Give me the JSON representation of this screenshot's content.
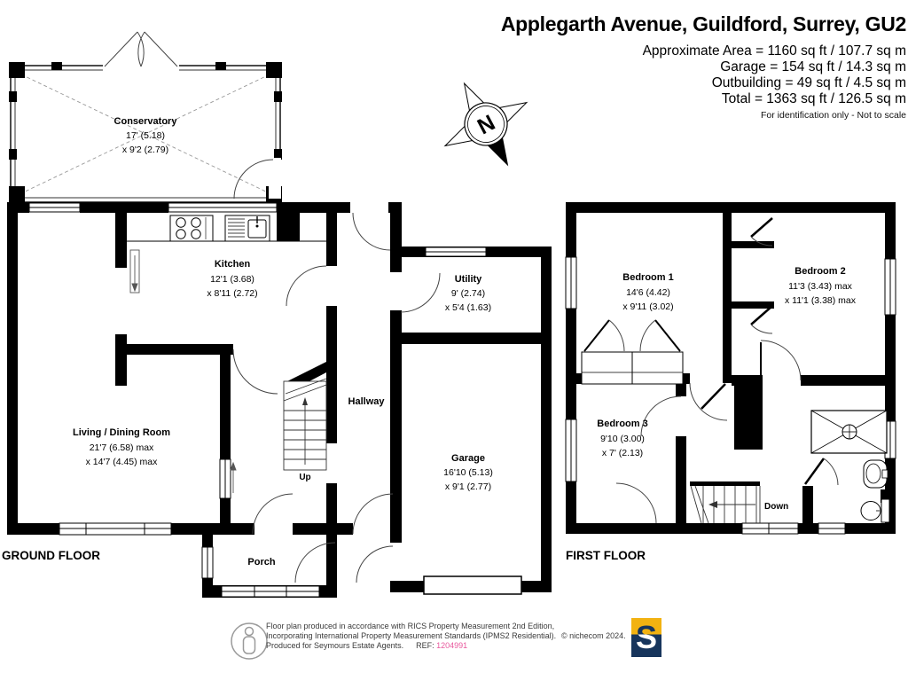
{
  "header": {
    "title": "Applegarth Avenue, Guildford, Surrey, GU2",
    "area_lines": [
      "Approximate Area = 1160 sq ft / 107.7 sq m",
      "Garage = 154 sq ft / 14.3 sq m",
      "Outbuilding = 49 sq ft / 4.5 sq m",
      "Total = 1363 sq ft / 126.5 sq m"
    ],
    "note": "For identification only - Not to scale"
  },
  "compass": {
    "label": "N"
  },
  "floors": {
    "ground": "GROUND FLOOR",
    "first": "FIRST FLOOR"
  },
  "rooms": {
    "conservatory": {
      "name": "Conservatory",
      "dim1": "17' (5.18)",
      "dim2": "x 9'2 (2.79)"
    },
    "kitchen": {
      "name": "Kitchen",
      "dim1": "12'1 (3.68)",
      "dim2": "x 8'11 (2.72)"
    },
    "living": {
      "name": "Living / Dining Room",
      "dim1": "21'7 (6.58) max",
      "dim2": "x 14'7 (4.45) max"
    },
    "hallway": {
      "name": "Hallway"
    },
    "porch": {
      "name": "Porch"
    },
    "utility": {
      "name": "Utility",
      "dim1": "9' (2.74)",
      "dim2": "x 5'4 (1.63)"
    },
    "garage": {
      "name": "Garage",
      "dim1": "16'10 (5.13)",
      "dim2": "x 9'1 (2.77)"
    },
    "bedroom1": {
      "name": "Bedroom 1",
      "dim1": "14'6 (4.42)",
      "dim2": "x 9'11 (3.02)"
    },
    "bedroom2": {
      "name": "Bedroom 2",
      "dim1": "11'3 (3.43) max",
      "dim2": "x 11'1 (3.38) max"
    },
    "bedroom3": {
      "name": "Bedroom 3",
      "dim1": "9'10 (3.00)",
      "dim2": "x 7' (2.13)"
    }
  },
  "stairs": {
    "up": "Up",
    "down": "Down"
  },
  "footer": {
    "line1": "Floor plan produced in accordance with RICS Property Measurement 2nd Edition,",
    "line2": "Incorporating International Property Measurement Standards (IPMS2 Residential).",
    "copyright": "© nichecom 2024.",
    "line3": "Produced for Seymours Estate Agents.",
    "ref_label": "REF:",
    "ref_value": "1204991",
    "logo_letter": "S"
  },
  "colors": {
    "wall": "#000000",
    "accent_ref": "#e8589d",
    "logo_gold": "#F2B211",
    "logo_navy": "#17355C"
  }
}
